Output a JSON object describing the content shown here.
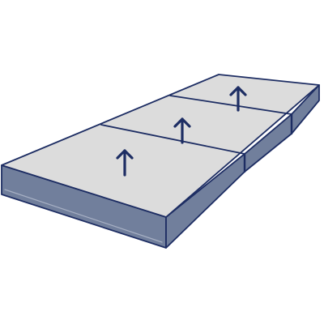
{
  "illustration": {
    "subject": "tri-fold-mattress",
    "panel_count": 3,
    "arrow_direction": "up",
    "colors": {
      "top_surface": "#dcdcdc",
      "side_face": "#717f9c",
      "side_face_light": "#8d98b1",
      "outline": "#1d2d63",
      "arrow": "#1d2d63",
      "background": "#ffffff"
    },
    "icons": [
      "arrow-up-icon",
      "arrow-up-icon",
      "arrow-up-icon"
    ]
  }
}
